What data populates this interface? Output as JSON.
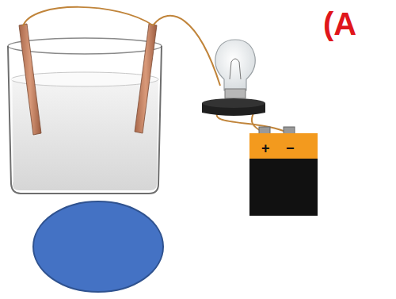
{
  "diagram": {
    "labels": [
      "(A",
      "+",
      "−"
    ]
  }
}
